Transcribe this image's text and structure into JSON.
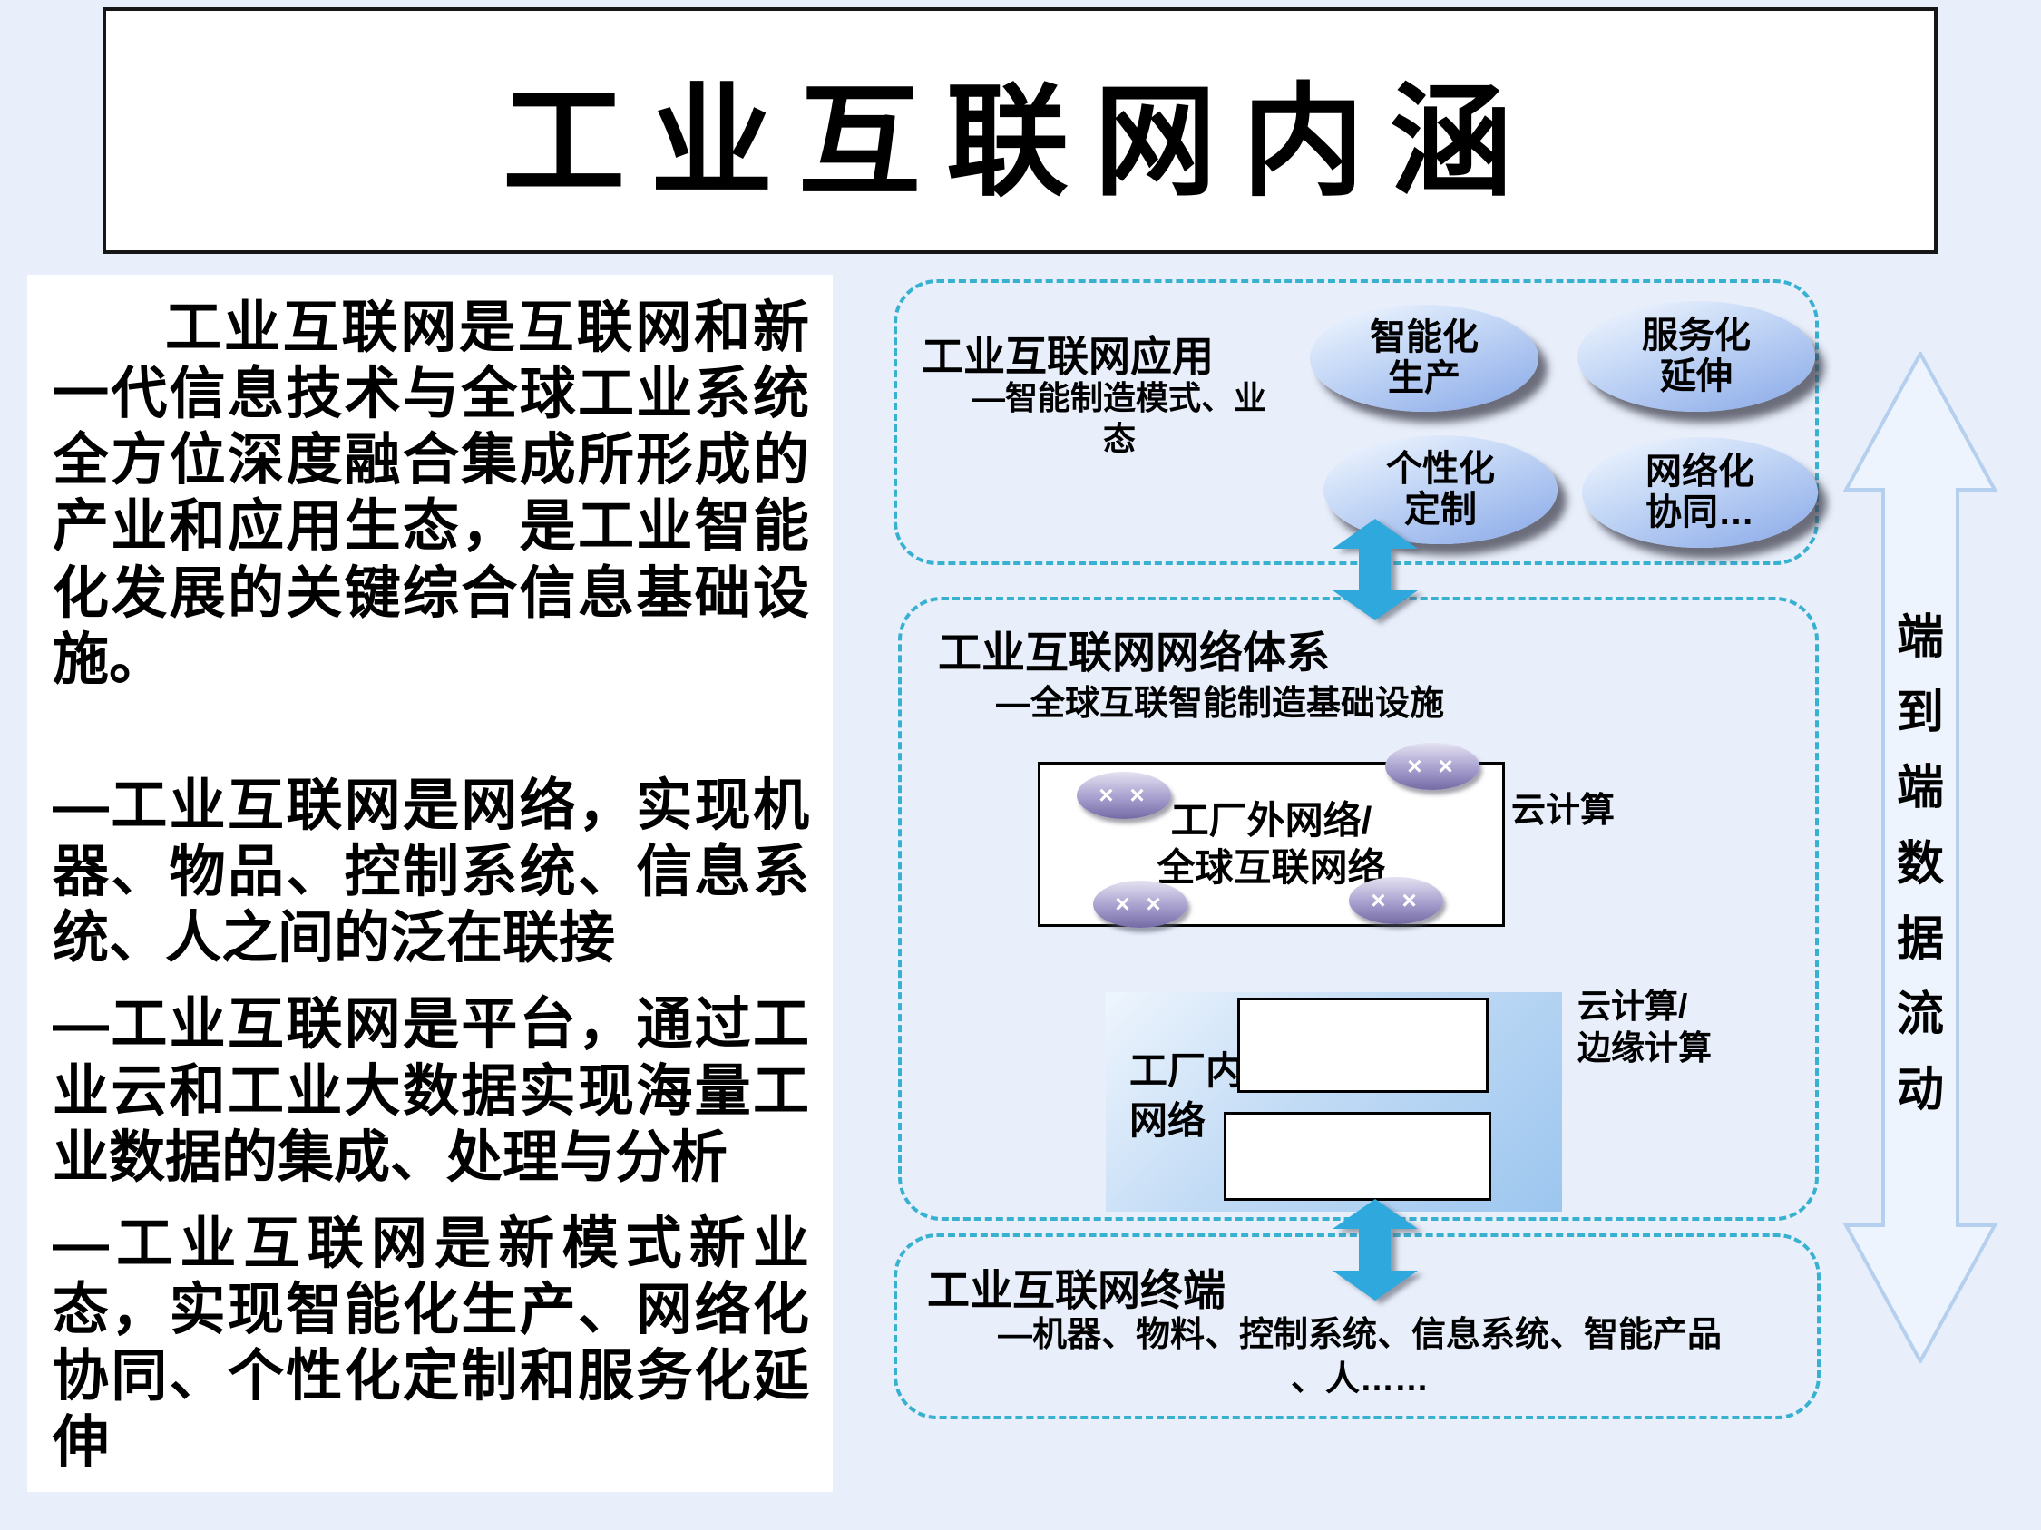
{
  "page": {
    "title": "工业互联网内涵"
  },
  "left_panel": {
    "intro": "工业互联网是互联网和新一代信息技术与全球工业系统全方位深度融合集成所形成的产业和应用生态，是工业智能化发展的关键综合信息基础设施。",
    "point_network": "—工业互联网是网络，实现机器、物品、控制系统、信息系统、人之间的泛在联接",
    "point_platform": "—工业互联网是平台，通过工业云和工业大数据实现海量工业数据的集成、处理与分析",
    "point_model": "—工业互联网是新模式新业态，实现智能化生产、网络化协同、个性化定制和服务化延伸"
  },
  "diagram": {
    "application_layer": {
      "title": "工业互联网应用",
      "subtitle": "—智能制造模式、业\n态",
      "bubbles": [
        "智能化\n生产",
        "服务化\n延伸",
        "个性化\n定制",
        "网络化\n协同…"
      ]
    },
    "network_layer": {
      "title": "工业互联网网络体系",
      "subtitle": "—全球互联智能制造基础设施",
      "external_network_label": "工厂外网络/\n全球互联网络",
      "cloud_label": "云计算",
      "factory_network_label": "工厂内\n网络",
      "edge_label": "云计算/\n边缘计算"
    },
    "terminal_layer": {
      "title": "工业互联网终端",
      "subtitle": "—机器、物料、控制系统、信息系统、智能产品\n、人……"
    },
    "data_flow_label": "端\n到\n端\n数\n据\n流\n动"
  },
  "icons": {
    "router_glyph": "× ×"
  },
  "colors": {
    "background": "#e8effb",
    "dashed_border": "#38b0cf",
    "bubble_fill": "#88a8e8",
    "connector_arrow": "#2fa9dd",
    "flow_arrow_fill": "#eef4fd",
    "flow_arrow_outline": "#b5cfee"
  }
}
